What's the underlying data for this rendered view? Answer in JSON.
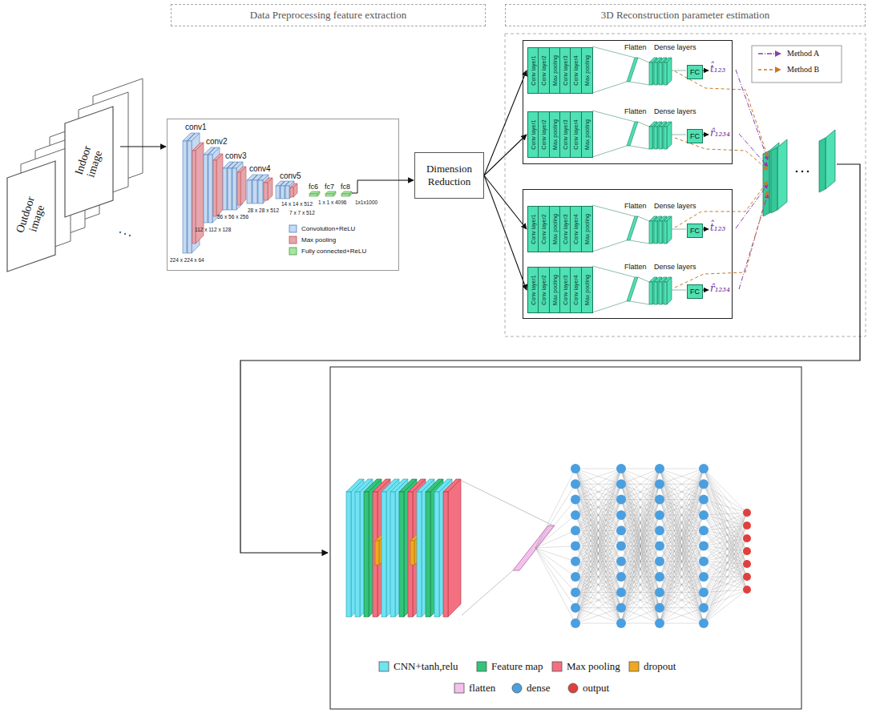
{
  "diagram": {
    "nodes": [
      {
        "text": [
          "Data Preprocessing feature extraction"
        ]
      },
      {
        "text": [
          "3D Reconstruction parameter estimation"
        ]
      },
      {
        "text": [
          "Outdoor image"
        ]
      },
      {
        "text": [
          "Indoor image"
        ]
      },
      {
        "text": [
          "conv1",
          "conv2",
          "conv3",
          "conv4",
          "conv5",
          "fc6",
          "fc7",
          "fc8",
          "224 x 224 x 64",
          "112 x 112 x 128",
          "56 x 56 x 256",
          "28 x 28 x 512",
          "14 x 14 x 512",
          "7 x 7 x 512",
          "1 x 1 x 4096",
          "1x1x1000"
        ]
      },
      {
        "text": [
          "Dimension Reduction"
        ]
      },
      {
        "text": [
          "Flatten",
          "Dense layers",
          "Flatten",
          "Dense layers"
        ]
      },
      {
        "text": [
          "Conv layer1",
          "Conv layer2",
          "Max pooling",
          "Conv layer3",
          "Conv layer4",
          "Max pooling"
        ],
        "in": 6
      },
      {
        "text": [
          "FC"
        ],
        "in": 6
      },
      {
        "text": [
          "Conv layer1",
          "Conv layer2",
          "Max pooling",
          "Conv layer3",
          "Conv layer4",
          "Max pooling"
        ],
        "in": 6
      },
      {
        "text": [
          "FC"
        ],
        "in": 6
      },
      {
        "text": [
          "Flatten",
          "Dense layers",
          "Flatten",
          "Dense layers"
        ]
      },
      {
        "text": [
          "Conv layer1",
          "Conv layer2",
          "Max pooling",
          "Conv layer3",
          "Conv layer4",
          "Max pooling"
        ],
        "in": 11
      },
      {
        "text": [
          "FC"
        ],
        "in": 11
      },
      {
        "text": [
          "Conv layer1",
          "Conv layer2",
          "Max pooling",
          "Conv layer3",
          "Conv layer4",
          "Max pooling"
        ],
        "in": 11
      },
      {
        "text": [
          "FC"
        ],
        "in": 11
      }
    ],
    "edges": [
      {
        "from": 3,
        "to": 4,
        "arrow": "to"
      },
      {
        "from": 4,
        "to": 5,
        "arrow": "to"
      },
      {
        "from": 5,
        "to": 7,
        "arrow": "to"
      },
      {
        "from": 5,
        "to": 9,
        "arrow": "to"
      },
      {
        "from": 5,
        "to": 12,
        "arrow": "to"
      },
      {
        "from": 5,
        "to": 14,
        "arrow": "to"
      }
    ],
    "labels": [
      "t̂₁₂₃",
      "r̂₁₂₃₄",
      "t̂₁₂₃",
      "r̂₁₂₃₄"
    ],
    "legend": [
      {
        "text": "Convolution+ReLU",
        "color": "#c5d9f1"
      },
      {
        "text": "Max pooling",
        "color": "#e6a5ad"
      },
      {
        "text": "Fully connected+ReLU",
        "color": "#a6e6a0"
      },
      {
        "text": "Method A"
      },
      {
        "text": "Method B"
      },
      {
        "text": "CNN+tanh,relu",
        "color": "#6fe3f2"
      },
      {
        "text": "Feature map",
        "color": "#33c47a"
      },
      {
        "text": "Max pooling",
        "color": "#f2707f"
      },
      {
        "text": "dropout",
        "color": "#f0a81e"
      },
      {
        "text": "flatten",
        "color": "#f4c0ec"
      },
      {
        "text": "dense",
        "color": "#4a9fe0"
      },
      {
        "text": "output",
        "color": "#e0403c"
      }
    ]
  }
}
